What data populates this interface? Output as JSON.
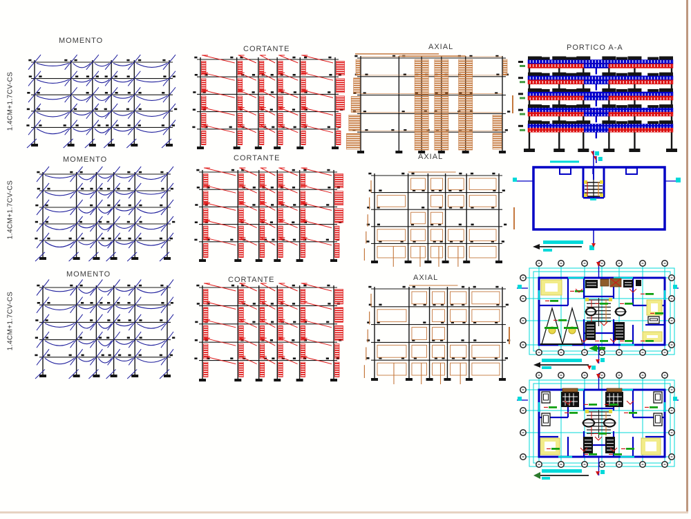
{
  "sheet": {
    "background": "#fffffd",
    "edge_right_color": "#bd977e",
    "edge_bottom_color": "#e6d2c2"
  },
  "load_cases": [
    {
      "label": "1.4CM+1.7CV-CS"
    },
    {
      "label": "1.4CM+1.7CV-CS"
    },
    {
      "label": "1.4CM+1.7CV-CS"
    }
  ],
  "diagram_rows": [
    {
      "momento_title": "MOMENTO",
      "cortante_title": "CORTANTE",
      "axial_title": "AXIAL"
    },
    {
      "momento_title": "MOMENTO",
      "cortante_title": "CORTANTE",
      "axial_title": "AXIAL"
    },
    {
      "momento_title": "MOMENTO",
      "cortante_title": "CORTANTE",
      "axial_title": "AXIAL"
    }
  ],
  "portico": {
    "title": "PORTICO A-A"
  },
  "colors": {
    "frame_line": "#141414",
    "moment_curve": "#1e1e9c",
    "shear": "#e01818",
    "axial": "#c4773c",
    "portico_beam_red": "#dd1111",
    "portico_beam_blue": "#0000cc",
    "portico_green": "#3f9b3f",
    "plan_wall_blue": "#0000c4",
    "plan_dimension_cyan": "#00d9d9",
    "plan_highlight_yellow": "#f2ec8a",
    "plan_note_green": "#12a012",
    "plan_note_red": "#cf1414",
    "plan_wood_brown": "#8f5d2b",
    "stair_yellow": "#e6d83c",
    "stair_orange": "#e0801f"
  }
}
